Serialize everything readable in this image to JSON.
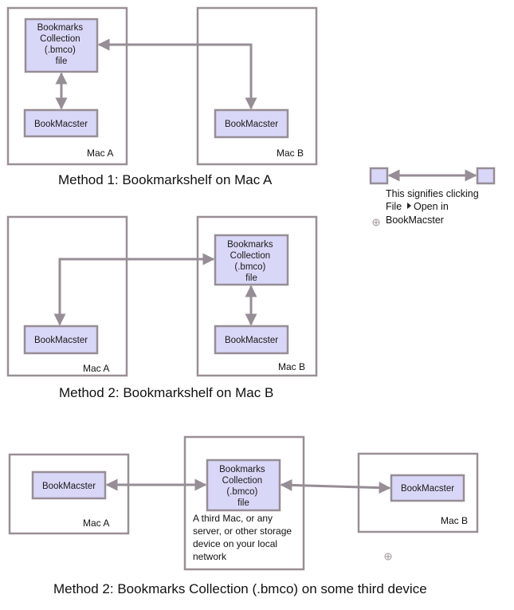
{
  "method1": {
    "caption": "Method 1: Bookmarkshelf on Mac A",
    "mac_a": {
      "label": "Mac A",
      "collection": [
        "Bookmarks",
        "Collection",
        "(.bmco)",
        "file"
      ],
      "app": "BookMacster"
    },
    "mac_b": {
      "label": "Mac B",
      "app": "BookMacster"
    }
  },
  "method2": {
    "caption": "Method 2: Bookmarkshelf on Mac B",
    "mac_a": {
      "label": "Mac A",
      "app": "BookMacster"
    },
    "mac_b": {
      "label": "Mac B",
      "collection": [
        "Bookmarks",
        "Collection",
        "(.bmco)",
        "file"
      ],
      "app": "BookMacster"
    }
  },
  "method3": {
    "caption": "Method 2: Bookmarks Collection (.bmco) on some third device",
    "mac_a": {
      "label": "Mac A",
      "app": "BookMacster"
    },
    "third": {
      "collection": [
        "Bookmarks",
        "Collection",
        "(.bmco)",
        "file"
      ],
      "description": [
        "A third Mac, or any",
        "server, or other storage",
        "device on your local",
        "network"
      ]
    },
    "mac_b": {
      "label": "Mac B",
      "app": "BookMacster"
    }
  },
  "legend": {
    "line1": "This signifies clicking",
    "line2_prefix": "File",
    "line2_suffix": "Open in",
    "line3": "BookMacster",
    "arrow_glyph": "triangle-right-icon"
  },
  "colors": {
    "node_fill": "#d9d7f7",
    "stroke": "#978d96"
  }
}
